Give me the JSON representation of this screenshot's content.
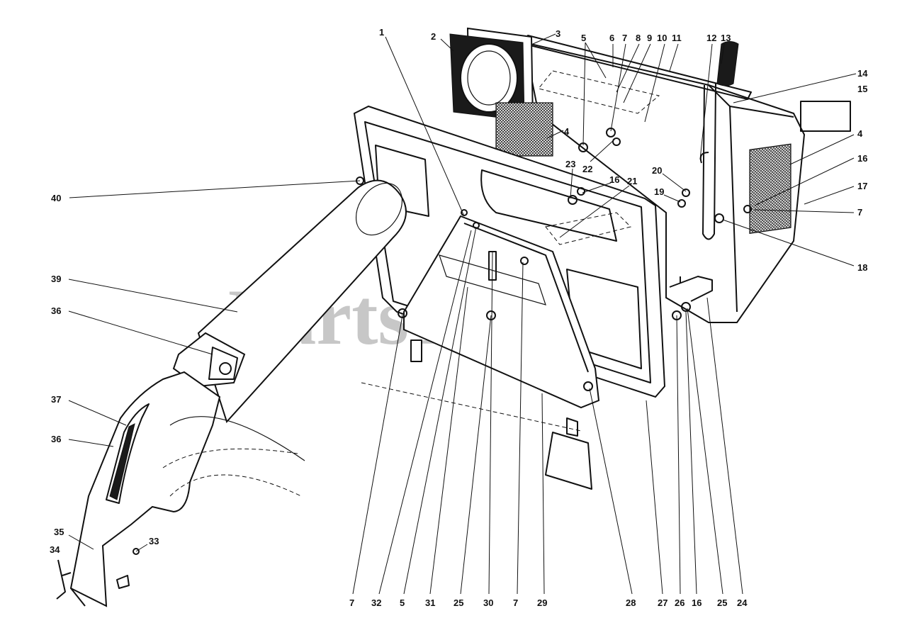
{
  "watermark": "PartsTree",
  "part_numbers": [
    "1",
    "2",
    "3",
    "4",
    "5",
    "6",
    "7",
    "8",
    "9",
    "10",
    "11",
    "12",
    "13",
    "14",
    "15",
    "4",
    "16",
    "17",
    "7",
    "18",
    "40",
    "23",
    "22",
    "16",
    "21",
    "20",
    "19",
    "39",
    "36",
    "37",
    "36",
    "35",
    "34",
    "33",
    "7",
    "32",
    "5",
    "31",
    "25",
    "30",
    "7",
    "29",
    "28",
    "27",
    "26",
    "16",
    "25",
    "24"
  ]
}
